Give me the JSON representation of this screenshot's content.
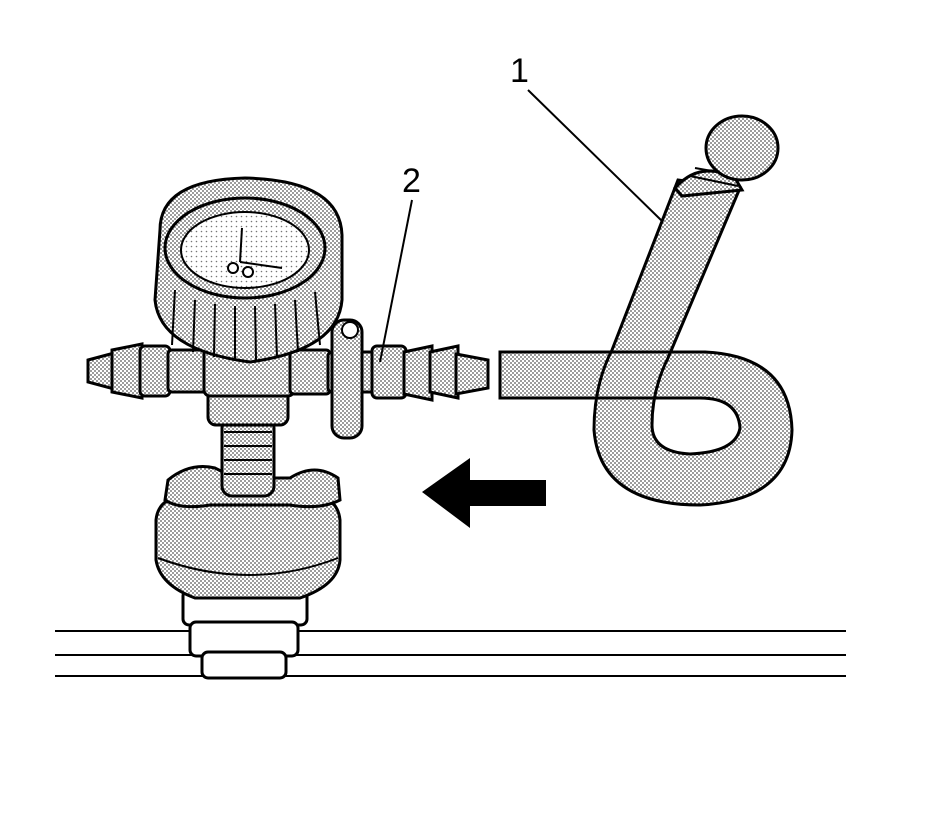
{
  "callouts": [
    {
      "label": "1",
      "target": "hose"
    },
    {
      "label": "2",
      "target": "gauge-outlet-fitting"
    }
  ],
  "direction_arrow": "left",
  "colors": {
    "line": "#000000",
    "shade": "#bdbdbd",
    "background": "#ffffff"
  }
}
